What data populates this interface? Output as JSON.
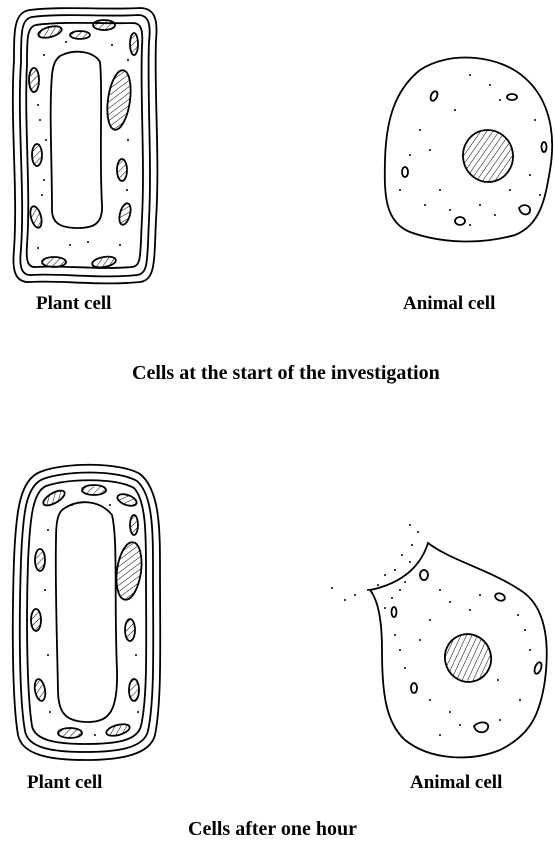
{
  "sections": [
    {
      "caption": "Cells at the start of the investigation",
      "plant_label": "Plant cell",
      "animal_label": "Animal cell"
    },
    {
      "caption": "Cells after one hour",
      "plant_label": "Plant cell",
      "animal_label": "Animal cell"
    }
  ],
  "colors": {
    "ink": "#000000",
    "background": "#ffffff"
  }
}
